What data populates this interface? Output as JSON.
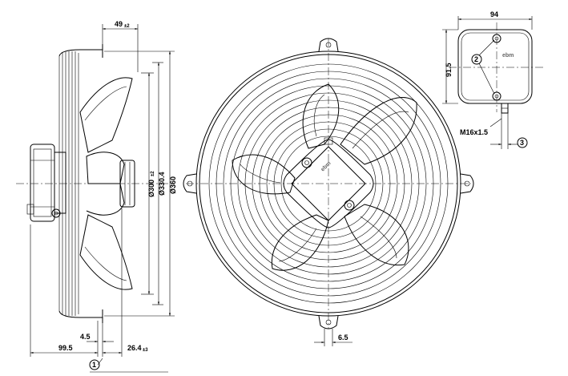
{
  "side_view": {
    "dims": {
      "top_offset": "49",
      "top_offset_tol": "±2",
      "d_inner": "Ø300",
      "d_inner_tol": "±2",
      "d_mid": "Ø330.4",
      "d_outer": "Ø360",
      "bottom_left": "99.5",
      "bottom_small": "4.5",
      "bottom_right": "26.4",
      "bottom_right_tol": "±3"
    },
    "callout_1": "1"
  },
  "front_view": {
    "dim_bottom": "6.5",
    "brand_label": "ebm"
  },
  "box_detail": {
    "width": "94",
    "height": "91.5",
    "thread": "M16x1.5",
    "callout_2": "2",
    "callout_3": "3",
    "brand_label": "ebm"
  }
}
